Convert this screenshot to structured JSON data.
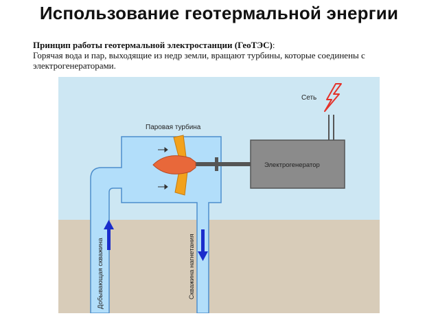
{
  "title": "Использование геотермальной энергии",
  "description": {
    "heading": "Принцип работы геотермальной электростанции (ГеоТЭС)",
    "heading_suffix": ":",
    "body": "Горячая вода и пар, выходящие из недр земли, вращают турбины, которые соединены с электрогенераторами."
  },
  "diagram": {
    "labels": {
      "grid": "Сеть",
      "turbine": "Паровая турбина",
      "generator": "Электрогенератор",
      "production_well": "Добывающая скважина",
      "injection_well": "Скважина нагнетания"
    },
    "colors": {
      "sky": "#cde7f3",
      "ground": "#d8ccb9",
      "water": "#b2defa",
      "water_border": "#4c8dcc",
      "flow_arrow": "#1a2dcc",
      "generator": "#8b8b8b",
      "turbine_blade": "#f2a21d",
      "turbine_hub": "#e8683a",
      "lightning": "#e4322a"
    }
  }
}
